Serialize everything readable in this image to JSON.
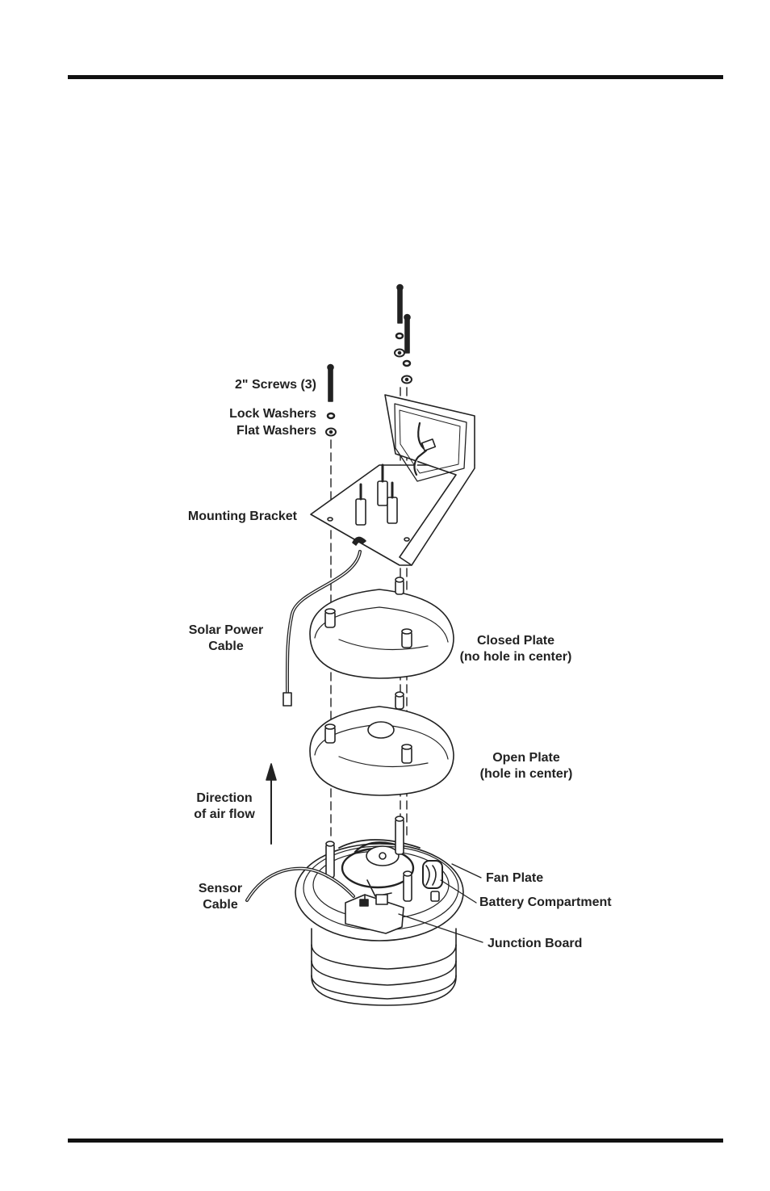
{
  "labels": {
    "screws": "2\" Screws (3)",
    "lock_washers": "Lock Washers",
    "flat_washers": "Flat Washers",
    "mounting_bracket": "Mounting Bracket",
    "solar_cable_1": "Solar Power",
    "solar_cable_2": "Cable",
    "closed_plate_1": "Closed Plate",
    "closed_plate_2": "(no hole in center)",
    "open_plate_1": "Open Plate",
    "open_plate_2": "(hole in center)",
    "airflow_1": "Direction",
    "airflow_2": "of air flow",
    "sensor_cable_1": "Sensor",
    "sensor_cable_2": "Cable",
    "fan_plate": "Fan Plate",
    "battery_compartment": "Battery Compartment",
    "junction_board": "Junction Board"
  },
  "colors": {
    "ink": "#222222",
    "rule": "#111111"
  }
}
